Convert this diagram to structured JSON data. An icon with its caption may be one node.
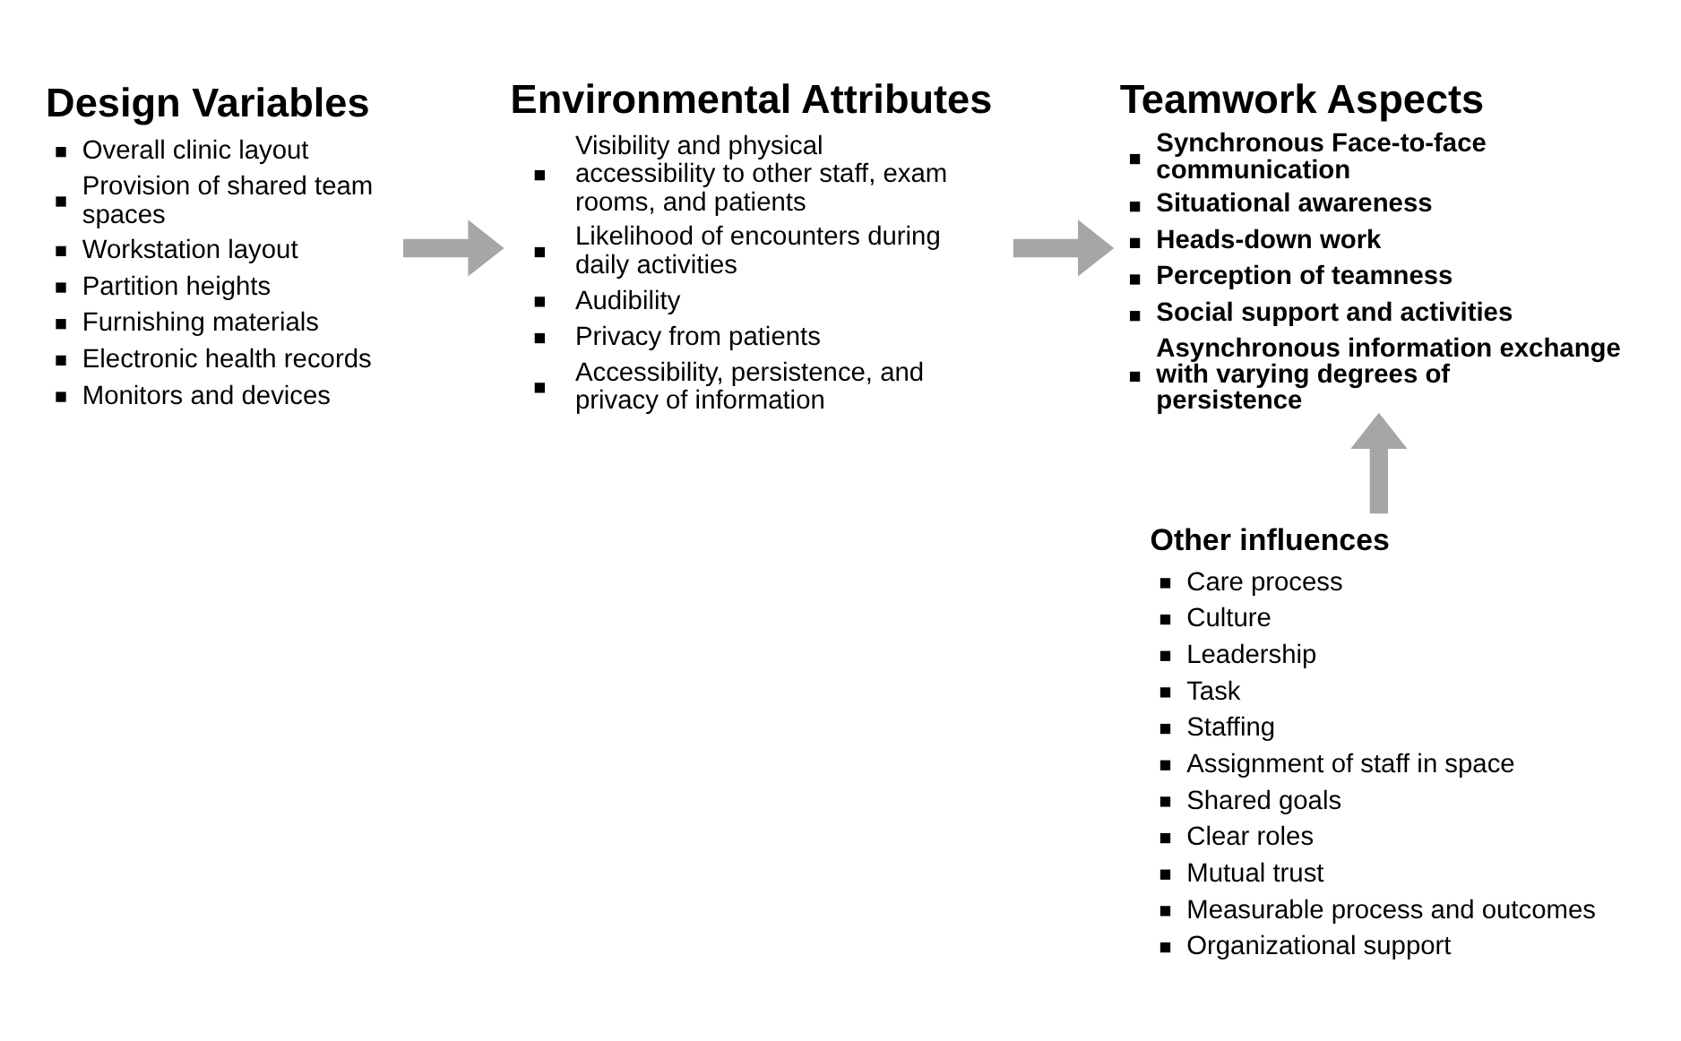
{
  "diagram": {
    "nodes": [
      {
        "text": [
          "Design Variables",
          "Overall clinic layout",
          "Provision of shared team spaces",
          "Workstation layout",
          "Partition heights",
          "Furnishing materials",
          "Electronic health records",
          "Monitors and devices"
        ]
      },
      {
        "text": [
          "Environmental Attributes",
          "Visibility and physical accessibility to other staff, exam rooms, and patients",
          "Likelihood of encounters during daily activities",
          "Audibility",
          "Privacy from patients",
          "Accessibility, persistence, and privacy of information"
        ]
      },
      {
        "text": [
          "Teamwork Aspects",
          "Synchronous Face-to-face communication",
          "Situational awareness",
          "Heads-down work",
          "Perception of teamness",
          "Social support and activities",
          "Asynchronous information exchange with varying degrees of persistence"
        ]
      },
      {
        "text": [
          "Other influences",
          "Care process",
          "Culture",
          "Leadership",
          "Task",
          "Staffing",
          "Assignment of staff in space",
          "Shared goals",
          "Clear roles",
          "Mutual trust",
          "Measurable process and outcomes",
          "Organizational support"
        ]
      }
    ],
    "edges": [
      {
        "from": 0,
        "to": 1,
        "arrow": "to"
      },
      {
        "from": 1,
        "to": 2,
        "arrow": "to"
      },
      {
        "from": 3,
        "to": 2,
        "arrow": "to"
      }
    ]
  }
}
